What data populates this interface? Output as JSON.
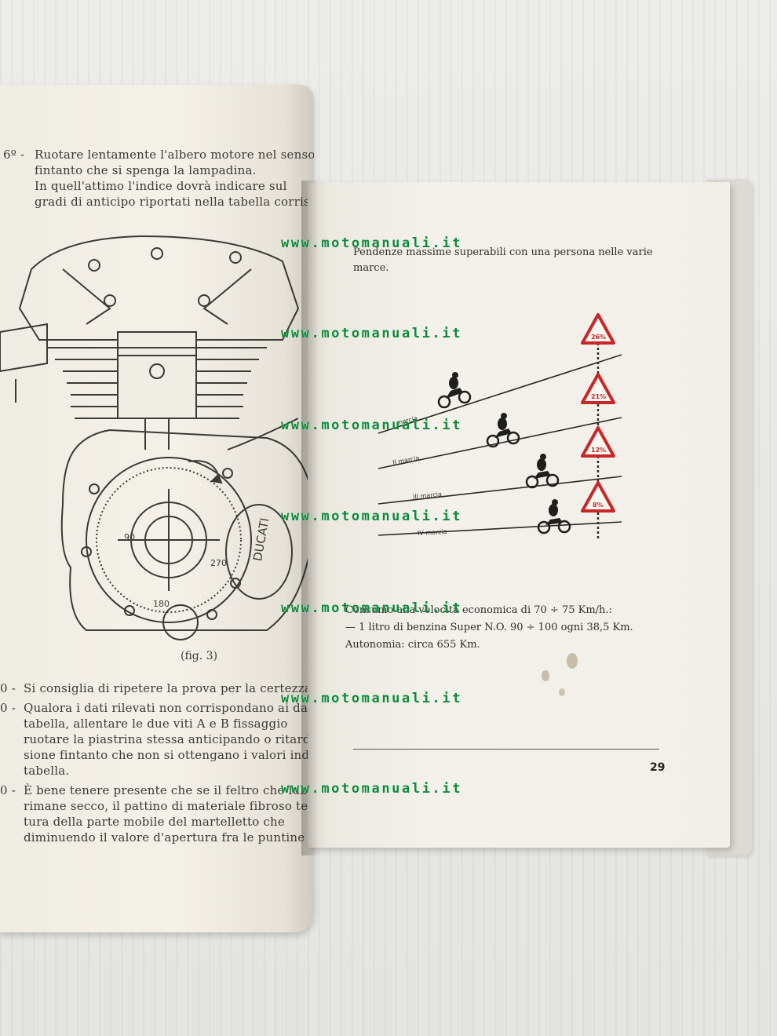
{
  "left_page": {
    "paragraph_6": {
      "marker": "6º -",
      "lines": [
        "Ruotare lentamente l'albero motore nel senso",
        "fintanto che si spenga la lampadina.",
        "In quell'attimo l'indice dovrà indicare sul",
        "gradi di anticipo riportati nella tabella corrispondente"
      ]
    },
    "figure_caption": "(fig. 3)",
    "dial": {
      "brand": "DUCATI",
      "marks": [
        "90",
        "270",
        "180"
      ]
    },
    "notes": [
      {
        "marker": "0 -",
        "lines": [
          "Si consiglia di ripetere la prova per la certezza del"
        ]
      },
      {
        "marker": "0 -",
        "lines": [
          "Qualora i dati rilevati non corrispondano ai dati",
          "tabella, allentare le due viti A e B fissaggio",
          "ruotare la piastrina stessa anticipando o ritardando",
          "sione fintanto che non si ottengano i valori indicati",
          "tabella."
        ]
      },
      {
        "marker": "0 -",
        "lines": [
          "È bene tenere presente che se il feltro che lubrifica",
          "rimane secco, il pattino di materiale fibroso tende",
          "tura della parte mobile del martelletto che",
          "diminuendo il valore d'apertura fra le puntine"
        ]
      }
    ]
  },
  "right_page": {
    "heading_lines": [
      "Pendenze massime superabili con una persona nelle varie",
      "marce."
    ],
    "gears": [
      {
        "label": "I marcia",
        "grade": "26%"
      },
      {
        "label": "II marcia",
        "grade": "21%"
      },
      {
        "label": "III marcia",
        "grade": "12%"
      },
      {
        "label": "IV marcia",
        "grade": "8%"
      }
    ],
    "consumption_lines": [
      "Consumo alla velocità economica di 70 ÷ 75 Km/h.:",
      "— 1 litro di benzina Super N.O. 90 ÷ 100 ogni 38,5 Km.",
      "Autonomia: circa 655 Km."
    ],
    "page_number": "29"
  },
  "watermark": "www.motomanuali.it"
}
